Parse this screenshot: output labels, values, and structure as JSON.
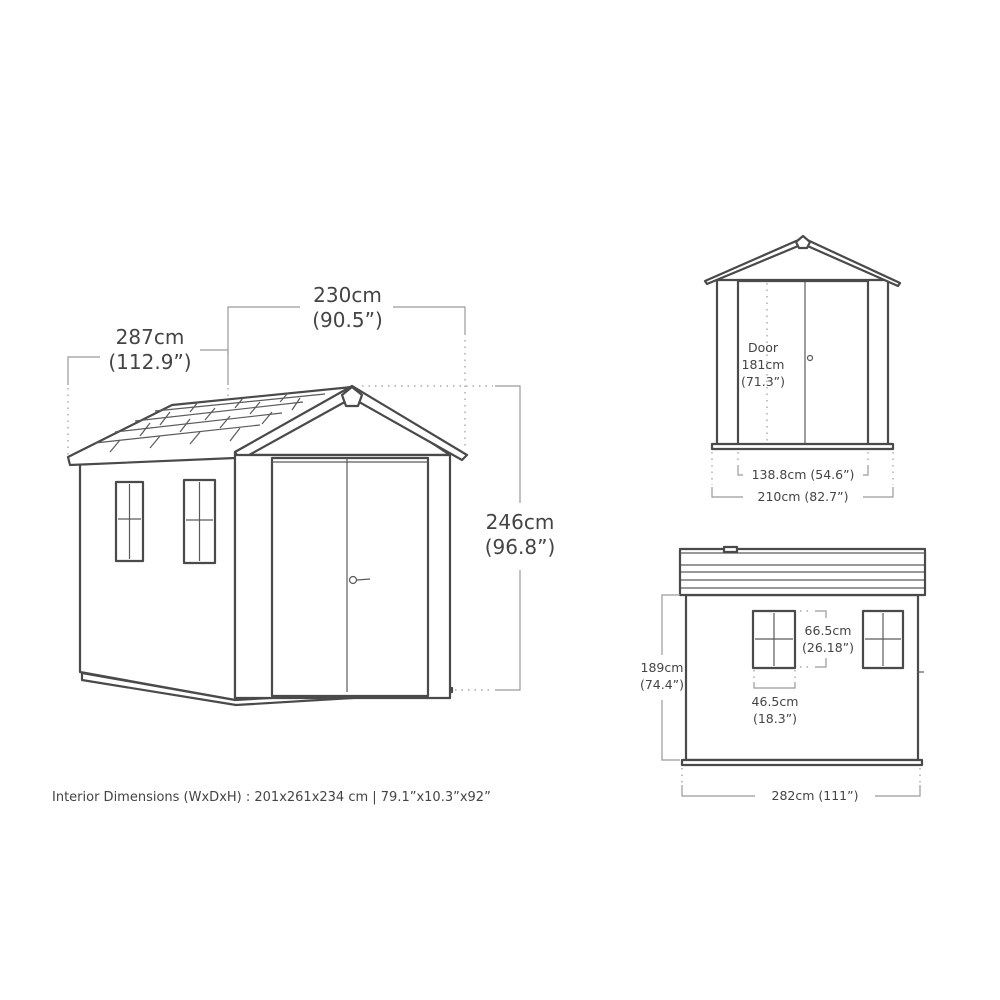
{
  "perspective_view": {
    "depth": {
      "cm": "287cm",
      "in": "(112.9”)"
    },
    "width": {
      "cm": "230cm",
      "in": "(90.5”)"
    },
    "height": {
      "cm": "246cm",
      "in": "(96.8”)"
    }
  },
  "front_view": {
    "door": {
      "label": "Door",
      "cm": "181cm",
      "in": "(71.3”)"
    },
    "door_width": "138.8cm (54.6”)",
    "total_width": "210cm (82.7”)"
  },
  "side_view": {
    "wall_height": {
      "cm": "189cm",
      "in": "(74.4”)"
    },
    "window_height": {
      "cm": "66.5cm",
      "in": "(26.18”)"
    },
    "window_width": {
      "cm": "46.5cm",
      "in": "(18.3”)"
    },
    "total_length": "282cm (111”)"
  },
  "interior_note": "Interior Dimensions (WxDxH) : 201x261x234 cm | 79.1”x10.3”x92”"
}
